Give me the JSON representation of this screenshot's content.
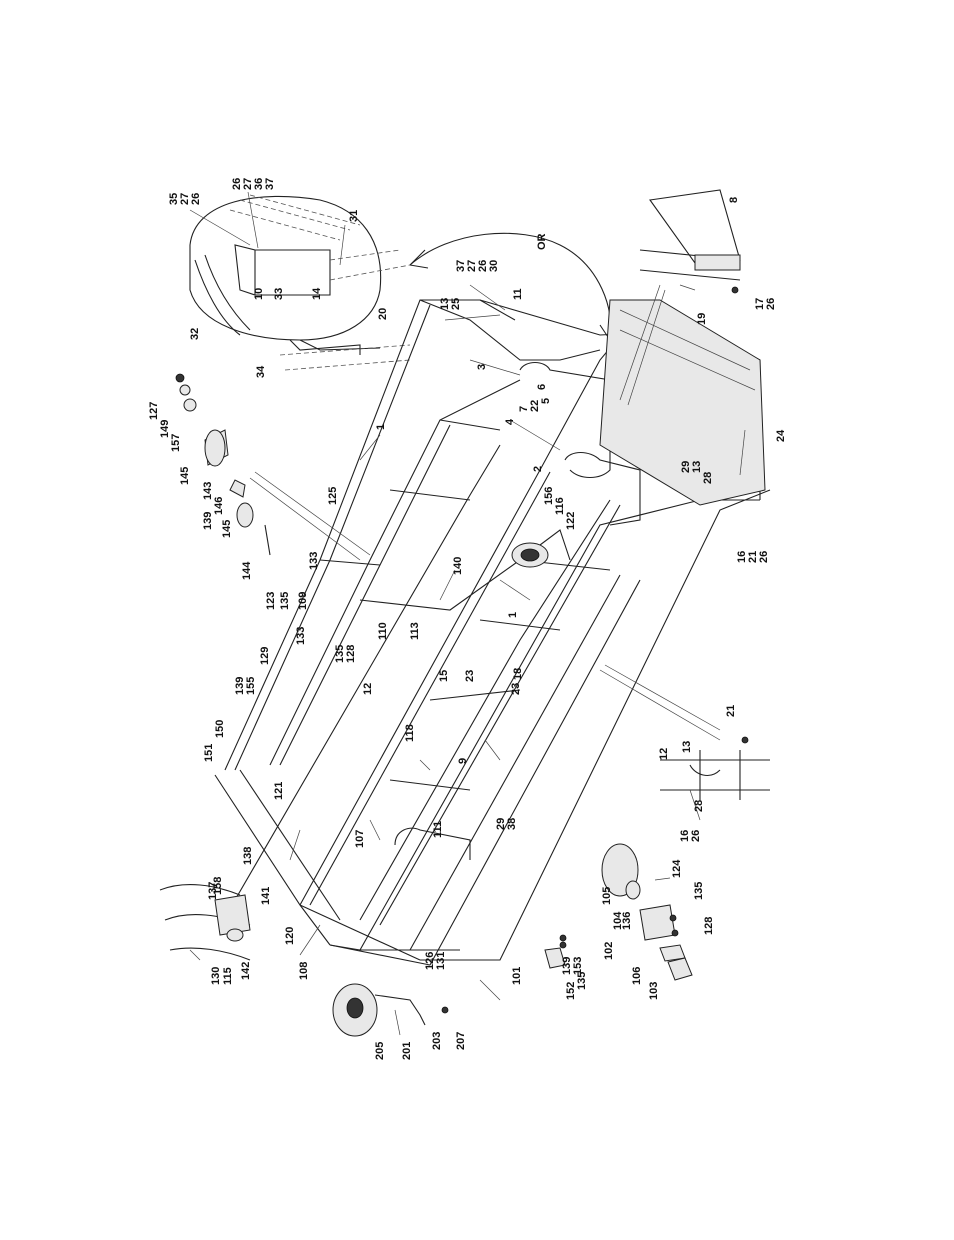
{
  "figure": {
    "or_label": "OR",
    "callouts": [
      "35",
      "27",
      "26",
      "26",
      "27",
      "36",
      "37",
      "31",
      "32",
      "10",
      "33",
      "14",
      "20",
      "34",
      "37",
      "27",
      "26",
      "30",
      "13",
      "25",
      "11",
      "3",
      "6",
      "7",
      "22",
      "5",
      "4",
      "8",
      "19",
      "17",
      "26",
      "127",
      "149",
      "157",
      "145",
      "143",
      "146",
      "139",
      "145",
      "144",
      "1",
      "2",
      "24",
      "29",
      "13",
      "28",
      "16",
      "21",
      "26",
      "156",
      "116",
      "122",
      "125",
      "133",
      "109",
      "123",
      "135",
      "133",
      "129",
      "155",
      "139",
      "135",
      "128",
      "110",
      "113",
      "140",
      "1",
      "12",
      "15",
      "23",
      "23",
      "18",
      "150",
      "151",
      "118",
      "9",
      "121",
      "111",
      "107",
      "29",
      "38",
      "21",
      "12",
      "13",
      "28",
      "16",
      "26",
      "158",
      "137",
      "138",
      "141",
      "120",
      "130",
      "115",
      "142",
      "108",
      "126",
      "131",
      "101",
      "105",
      "136",
      "104",
      "124",
      "102",
      "135",
      "128",
      "106",
      "103",
      "152",
      "135",
      "139",
      "153",
      "205",
      "201",
      "203",
      "207"
    ]
  }
}
